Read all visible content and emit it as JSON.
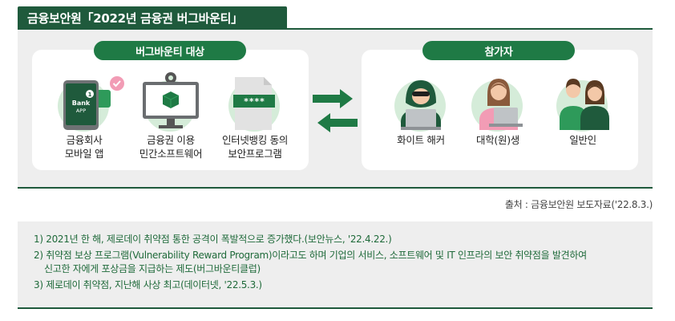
{
  "title": "금융보안원「2022년 금융권 버그바운티」",
  "left_panel": {
    "heading": "버그바운티 대상",
    "items": [
      {
        "label_line1": "금융회사",
        "label_line2": "모바일 앱",
        "icon_text": "Bank",
        "icon_subtext": "APP",
        "badge": "1"
      },
      {
        "label_line1": "금융권 이용",
        "label_line2": "민간소프트웨어"
      },
      {
        "label_line1": "인터넷뱅킹 동의",
        "label_line2": "보안프로그램",
        "icon_text": "****"
      }
    ]
  },
  "right_panel": {
    "heading": "참가자",
    "items": [
      {
        "label": "화이트 해커"
      },
      {
        "label": "대학(원)생"
      },
      {
        "label": "일반인"
      }
    ]
  },
  "source": "출처 : 금융보안원 보도자료('22.8.3.)",
  "notes": [
    {
      "line1": "1)  2021년 한 해, 제로데이 취약점 통한 공격이 폭발적으로 증가했다.(보안뉴스, '22.4.22.)"
    },
    {
      "line1": "2)  취약점 보상 프로그램(Vulnerability Reward Program)이라고도 하며 기업의 서비스, 소프트웨어 및 IT 인프라의 보안 취약점을 발견하여",
      "line2": "신고한 자에게 포상금을 지급하는 제도(버그바운티클럽)"
    },
    {
      "line1": "3)  제로데이 취약점, 지난해 사상 최고(데이터넷, '22.5.3.)"
    }
  ],
  "colors": {
    "dark_green": "#1f5a3c",
    "pill_green": "#1f7a45",
    "light_green": "#d5ecd9",
    "note_green": "#1f6a3a",
    "accent_pink": "#f29cb5"
  }
}
